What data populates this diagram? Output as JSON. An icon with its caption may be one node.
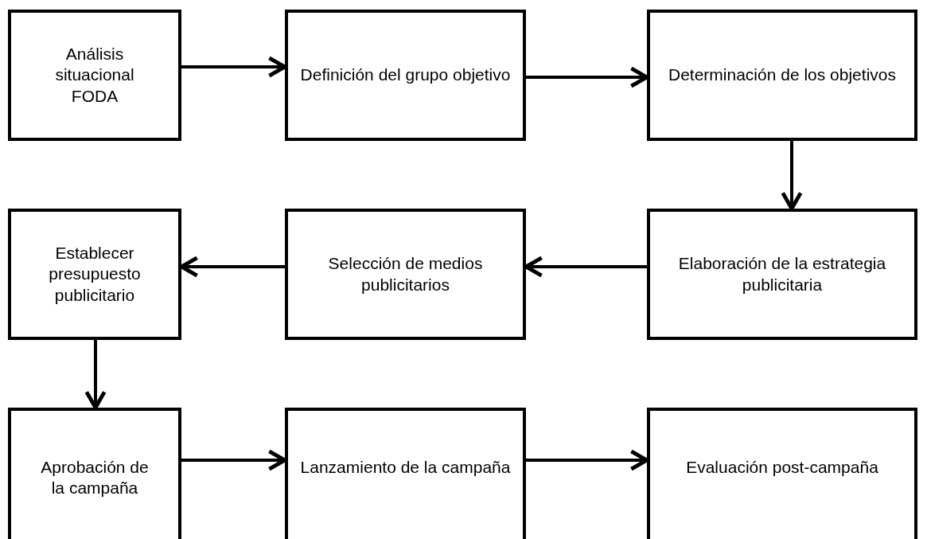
{
  "diagram": {
    "nodes": [
      {
        "text": [
          "Análisis situacional FODA"
        ]
      },
      {
        "text": [
          "Definición del grupo objetivo"
        ]
      },
      {
        "text": [
          "Determinación de los objetivos"
        ]
      },
      {
        "text": [
          "Elaboración de la estrategia publicitaria"
        ]
      },
      {
        "text": [
          "Selección de medios publicitarios"
        ]
      },
      {
        "text": [
          "Establecer presupuesto publicitario"
        ]
      },
      {
        "text": [
          "Aprobación de la campaña"
        ]
      },
      {
        "text": [
          "Lanzamiento de la campaña"
        ]
      },
      {
        "text": [
          "Evaluación post-campaña"
        ]
      }
    ],
    "edges": [
      {
        "from": 0,
        "to": 1,
        "arrow": "to"
      },
      {
        "from": 1,
        "to": 2,
        "arrow": "to"
      },
      {
        "from": 2,
        "to": 3,
        "arrow": "to"
      },
      {
        "from": 3,
        "to": 4,
        "arrow": "to"
      },
      {
        "from": 4,
        "to": 5,
        "arrow": "to"
      },
      {
        "from": 5,
        "to": 6,
        "arrow": "to"
      },
      {
        "from": 6,
        "to": 7,
        "arrow": "to"
      },
      {
        "from": 7,
        "to": 8,
        "arrow": "to"
      }
    ]
  }
}
